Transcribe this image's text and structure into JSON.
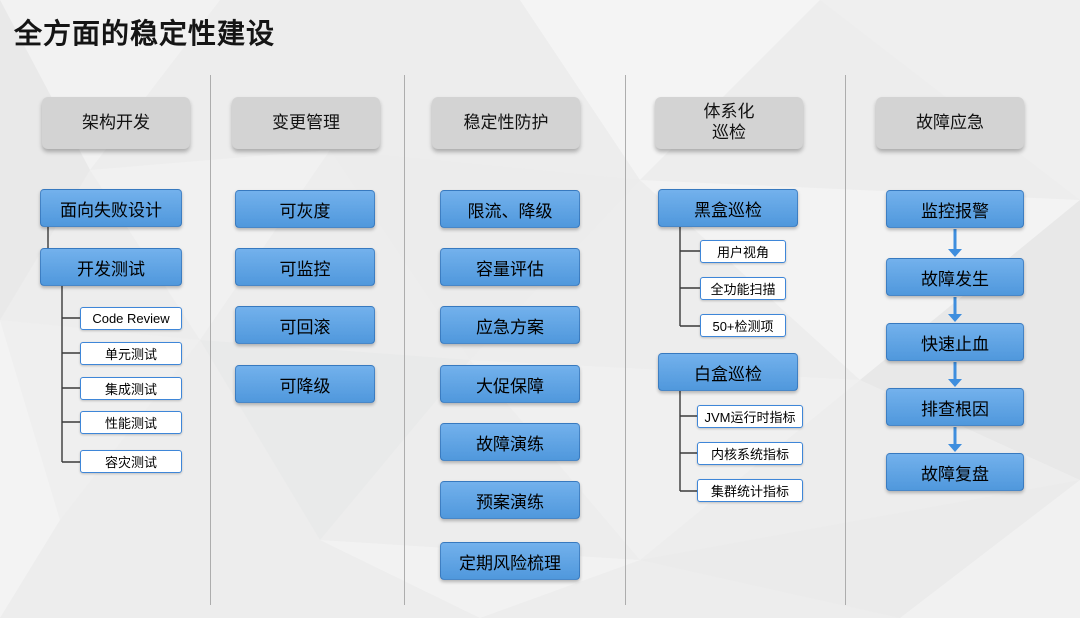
{
  "title": "全方面的稳定性建设",
  "colors": {
    "background": "#EDEDED",
    "box_blue": "#54A0E8",
    "header_gray": "#D3D3D3",
    "sub_border_blue": "#3E86D8",
    "connector_dark": "#3A3A3A",
    "arrow_blue": "#3E8EDE",
    "divider_gray": "#ADADAD"
  },
  "columns": [
    {
      "header_lines": [
        "架构开发"
      ],
      "items": [
        "面向失败设计",
        "开发测试"
      ],
      "subitems": [
        "Code Review",
        "单元测试",
        "集成测试",
        "性能测试",
        "容灾测试"
      ]
    },
    {
      "header_lines": [
        "变更管理"
      ],
      "items": [
        "可灰度",
        "可监控",
        "可回滚",
        "可降级"
      ]
    },
    {
      "header_lines": [
        "稳定性防护"
      ],
      "items": [
        "限流、降级",
        "容量评估",
        "应急方案",
        "大促保障",
        "故障演练",
        "预案演练",
        "定期风险梳理"
      ]
    },
    {
      "header_lines": [
        "体系化",
        "巡检"
      ],
      "groups": [
        {
          "label": "黑盒巡检",
          "subitems": [
            "用户视角",
            "全功能扫描",
            "50+检测项"
          ]
        },
        {
          "label": "白盒巡检",
          "subitems": [
            "JVM运行时指标",
            "内核系统指标",
            "集群统计指标"
          ]
        }
      ]
    },
    {
      "header_lines": [
        "故障应急"
      ],
      "items": [
        "监控报警",
        "故障发生",
        "快速止血",
        "排查根因",
        "故障复盘"
      ]
    }
  ]
}
